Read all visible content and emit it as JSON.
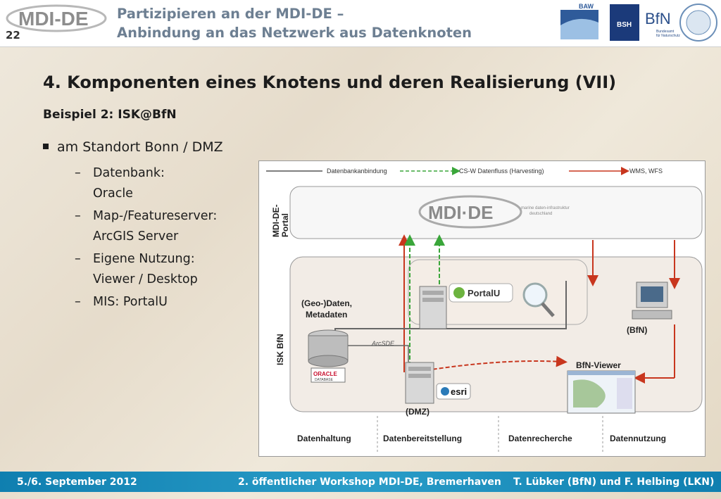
{
  "header": {
    "logo_text": "MDI-DE",
    "slide_number": "22",
    "title_line1": "Partizipieren an der MDI-DE –",
    "title_line2": "Anbindung an das Netzwerk aus Datenknoten",
    "partner_logos": [
      "BAW",
      "BSH",
      "BfN"
    ],
    "bfn_subtext": "Bundesamt für Naturschutz"
  },
  "content": {
    "title": "4. Komponenten eines Knotens und deren Realisierung (VII)",
    "subtitle": "Beispiel 2: ISK@BfN",
    "bullet": "am Standort Bonn / DMZ",
    "items": [
      {
        "line1": "Datenbank:",
        "line2": "Oracle"
      },
      {
        "line1": "Map-/Featureserver:",
        "line2": "ArcGIS Server"
      },
      {
        "line1": "Eigene Nutzung:",
        "line2": "Viewer / Desktop"
      },
      {
        "line1": "MIS: PortalU",
        "line2": ""
      }
    ]
  },
  "diagram": {
    "legend": [
      "Datenbankanbindung",
      "CS-W Datenfluss (Harvesting)",
      "WMS, WFS"
    ],
    "legend_colors": [
      "#555555",
      "#3aa63a",
      "#c8361e"
    ],
    "portal_label_1": "MDI-DE-",
    "portal_label_2": "Portal",
    "portal_logo": "MDI·DE",
    "portal_logo_sub1": "marine daten-infrastruktur",
    "portal_logo_sub2": "deutschland",
    "isk_label": "ISK BfN",
    "geodaten_1": "(Geo-)Daten,",
    "geodaten_2": "Metadaten",
    "oracle_label": "ORACLE",
    "oracle_sub": "DATABASE",
    "arcsde": "ArcSDE",
    "portalu": "PortalU",
    "esri": "esri",
    "dmz": "(DMZ)",
    "bfn_viewer": "BfN-Viewer",
    "bfn_pc": "(BfN)",
    "columns": [
      "Datenhaltung",
      "Datenbereitstellung",
      "Datenrecherche",
      "Datennutzung"
    ]
  },
  "footer": {
    "date": "5./6. September 2012",
    "event": "2. öffentlicher Workshop MDI-DE, Bremerhaven",
    "authors": "T. Lübker (BfN) und F. Helbing (LKN)"
  }
}
